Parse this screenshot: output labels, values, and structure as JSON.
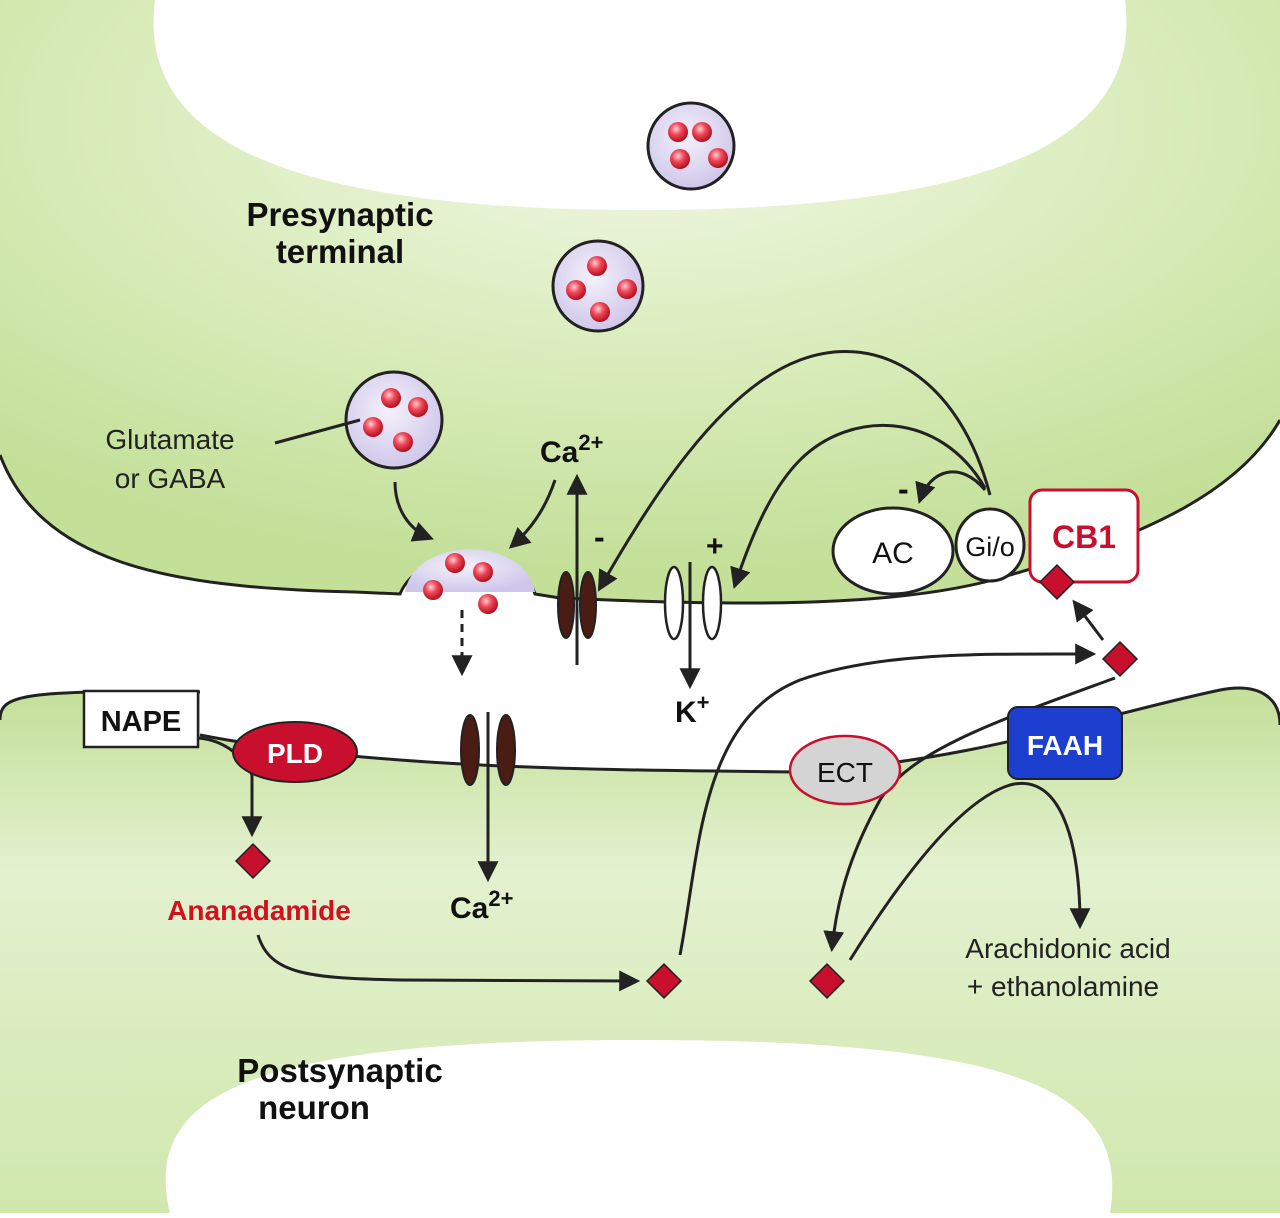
{
  "labels": {
    "presynaptic_line1": "Presynaptic",
    "presynaptic_line2": "terminal",
    "postsynaptic_line1": "Postsynaptic",
    "postsynaptic_line2": "neuron",
    "glutamate_line1": "Glutamate",
    "glutamate_line2": "or GABA",
    "ca_top_base": "Ca",
    "ca_top_sup": "2+",
    "ca_bottom_base": "Ca",
    "ca_bottom_sup": "2+",
    "k_base": "K",
    "k_sup": "+",
    "minus_ca_channel": "-",
    "plus_k_channel": "+",
    "minus_ac": "-",
    "ac": "AC",
    "gio": "Gi/o",
    "cb1": "CB1",
    "nape": "NAPE",
    "pld": "PLD",
    "anandamide": "Ananadamide",
    "ect": "ECT",
    "faah": "FAAH",
    "products_line1": "Arachidonic acid",
    "products_line2": "+ ethanolamine"
  },
  "colors": {
    "cell_fill": "#cfe5a8",
    "cell_fill_light": "#eaf4da",
    "outline": "#222222",
    "red": "#c8102e",
    "anandamide_red": "#d0121f",
    "blue": "#1c3fcf",
    "vesicle_fill": "#dcd6f0",
    "channel_brown": "#4a1c14",
    "ect_fill": "#d4d4d4"
  }
}
